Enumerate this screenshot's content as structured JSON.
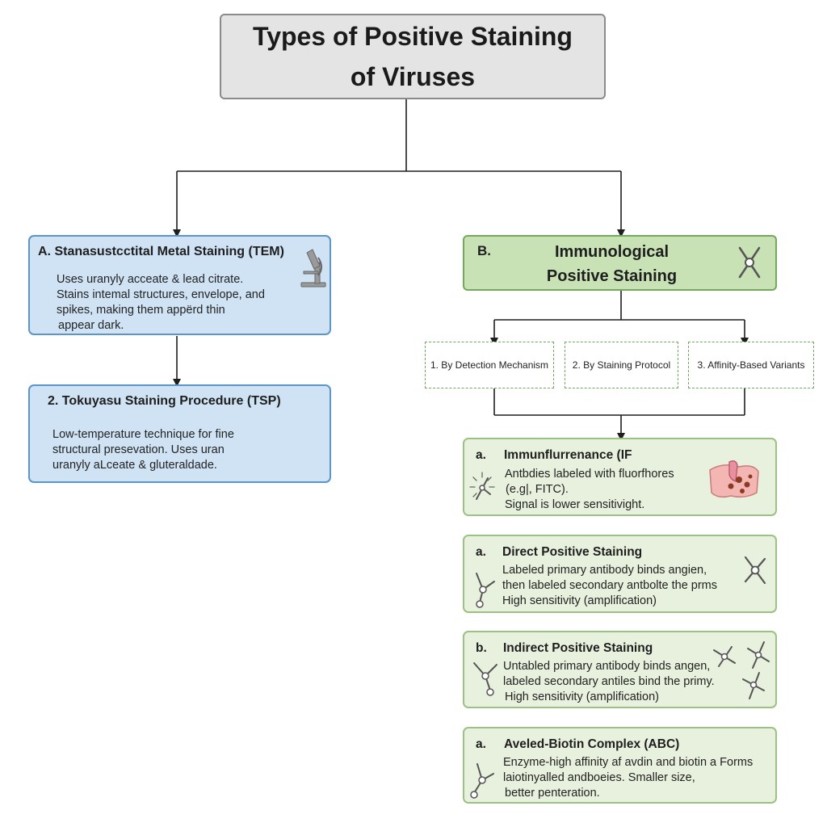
{
  "title": "Types of Positive Staining of Viruses",
  "left": {
    "box_a": {
      "heading": "A. Stanasustcctital Metal Staining (TEM)",
      "lines": [
        "Uses uranyly acceate & lead citrate.",
        "Stains intemal structures, envelope, and",
        "spikes, making them appërd thin",
        "appear dark."
      ],
      "icon": "microscope-icon"
    },
    "box_2": {
      "heading": "2. Tokuyasu Staining Procedure (TSP)",
      "lines": [
        "Low-temperature technique for fine",
        "structural presevation. Uses uran",
        "uranyly aLceate & gluteraldade."
      ]
    }
  },
  "right": {
    "box_b": {
      "letter": "B.",
      "heading_lines": [
        "Immunological",
        "Positive Staining"
      ],
      "icon": "antibody-icon"
    },
    "sub_boxes": [
      "1. By Detection Mechanism",
      "2. By Staining Protocol",
      "3. Affinity-Based Variants"
    ],
    "cards": [
      {
        "letter": "a.",
        "heading": "Immunflurrenance (IF",
        "lines": [
          "Antbdies labeled with fluorfhores",
          "(e.g|, FITC).",
          "Signal is lower sensitivight."
        ],
        "icons": [
          "glowing-antibody-icon",
          "tissue-sample-icon"
        ]
      },
      {
        "letter": "a.",
        "heading": "Direct Positive Staining",
        "lines": [
          "Labeled primary antibody binds angien,",
          "then labeled secondary antbolte the prms",
          "High sensitivity (amplification)"
        ],
        "icons": [
          "antibody-icon",
          "antibody-icon"
        ]
      },
      {
        "letter": "b.",
        "heading": "Indirect Positive Staining",
        "lines": [
          "Untabled primary antibody binds angen,",
          "labeled secondary antiles bind the primy.",
          "High sensitivity (amplification)"
        ],
        "icons": [
          "antibody-icon",
          "antibody-cluster-icon"
        ]
      },
      {
        "letter": "a.",
        "heading": "Aveled-Biotin Complex (ABC)",
        "lines": [
          "Enzyme-high affinity af avdin and biotin a Forms",
          "laiotinyalled andboeies. Smaller size,",
          "better penteration."
        ],
        "icons": [
          "antibody-icon"
        ]
      }
    ]
  }
}
